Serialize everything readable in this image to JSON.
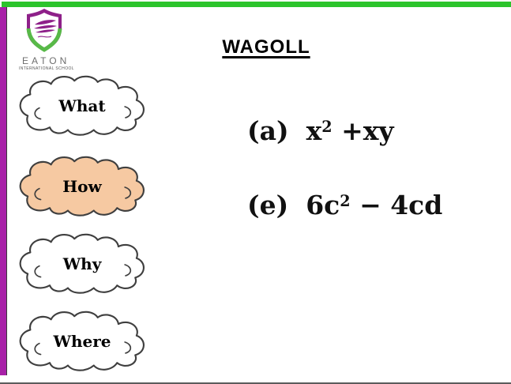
{
  "title": "WAGOLL",
  "logo": {
    "name": "EATON",
    "subtitle": "INTERNATIONAL SCHOOL"
  },
  "clouds": [
    {
      "label": "What",
      "fill": "#FFFFFF"
    },
    {
      "label": "How",
      "fill": "#F6C9A2"
    },
    {
      "label": "Why",
      "fill": "#FFFFFF"
    },
    {
      "label": "Where",
      "fill": "#FFFFFF"
    }
  ],
  "problems": [
    {
      "label": "(a)",
      "base": "x",
      "sup": "2",
      "rest": " +xy"
    },
    {
      "label": "(e)",
      "base": "6c",
      "sup": "2",
      "rest": " − 4cd"
    }
  ],
  "colors": {
    "top_bar_green": "#2CC42C",
    "left_bar_magenta": "#A821A8",
    "shield_purple": "#8E2089",
    "shield_green": "#58B948",
    "cloud_highlight_fill": "#F6C9A2",
    "cloud_outline": "#3F3F3F",
    "bottom_line": "#5C5C5C"
  }
}
